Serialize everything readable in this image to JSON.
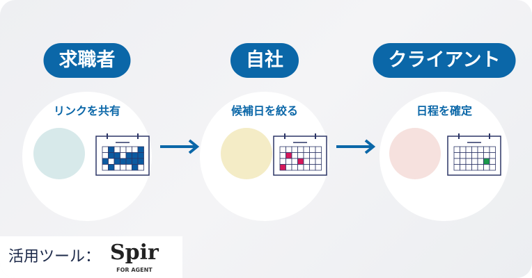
{
  "steps": [
    {
      "title": "求職者",
      "subtitle": "リンクを共有",
      "face_color": "#d7e9ea",
      "calendar": [
        [
          0,
          1,
          0,
          0,
          0,
          0,
          1
        ],
        [
          0,
          1,
          1,
          0,
          1,
          1,
          1
        ],
        [
          1,
          0,
          1,
          1,
          1,
          1,
          1
        ],
        [
          0,
          1,
          0,
          0,
          0,
          1,
          0
        ]
      ],
      "mark_color": "#0b5aa0"
    },
    {
      "title": "自社",
      "subtitle": "候補日を絞る",
      "face_color": "#f4ecc6",
      "calendar": [
        [
          0,
          0,
          0,
          0,
          0,
          0,
          0
        ],
        [
          0,
          1,
          0,
          0,
          0,
          0,
          0
        ],
        [
          0,
          0,
          0,
          1,
          0,
          0,
          0
        ],
        [
          1,
          0,
          0,
          0,
          0,
          0,
          0
        ]
      ],
      "mark_color": "#d6195a"
    },
    {
      "title": "クライアント",
      "subtitle": "日程を確定",
      "face_color": "#f6e1de",
      "calendar": [
        [
          0,
          0,
          0,
          0,
          0,
          0,
          0
        ],
        [
          0,
          0,
          0,
          0,
          0,
          0,
          0
        ],
        [
          0,
          0,
          0,
          0,
          0,
          1,
          0
        ],
        [
          0,
          0,
          0,
          0,
          0,
          0,
          0
        ]
      ],
      "mark_color": "#1a9a4a"
    }
  ],
  "colors": {
    "accent": "#0b67a8",
    "calendar_line": "#2c3566"
  },
  "tool": {
    "label": "活用ツール：",
    "logo": "Spir",
    "logo_sub": "FOR AGENT"
  }
}
